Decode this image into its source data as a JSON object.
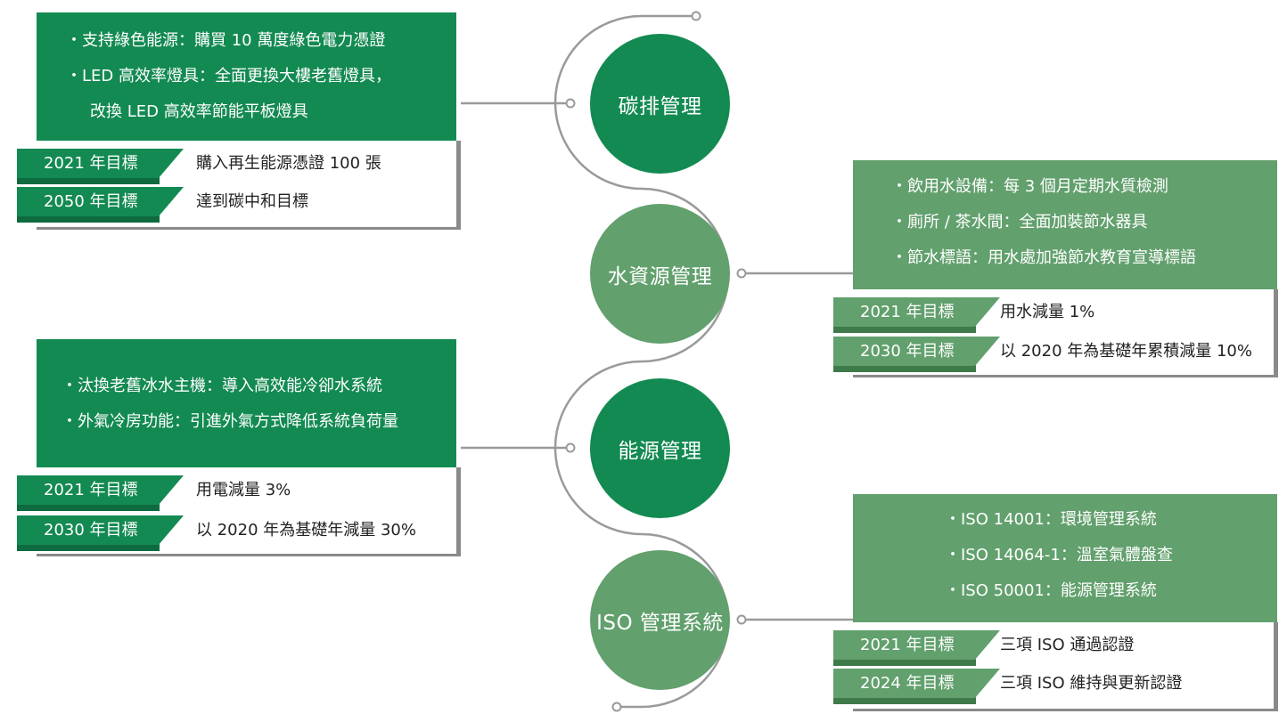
{
  "topics": [
    {
      "name": "碳排管理",
      "bullets": [
        "・支持綠色能源：購買 10 萬度綠色電力憑證",
        "・LED 高效率燈具：全面更換大樓老舊燈具，",
        "改換 LED 高效率節能平板燈具"
      ],
      "goals": [
        {
          "label": "2021 年目標",
          "text": "購入再生能源憑證 100 張"
        },
        {
          "label": "2050 年目標",
          "text": "達到碳中和目標"
        }
      ]
    },
    {
      "name": "水資源管理",
      "bullets": [
        "・飲用水設備：每 3 個月定期水質檢測",
        "・廁所 / 茶水間：全面加裝節水器具",
        "・節水標語：用水處加強節水教育宣導標語"
      ],
      "goals": [
        {
          "label": "2021 年目標",
          "text": "用水減量 1%"
        },
        {
          "label": "2030 年目標",
          "text": "以 2020 年為基礎年累積減量 10%"
        }
      ]
    },
    {
      "name": "能源管理",
      "bullets": [
        "・汰換老舊冰水主機：導入高效能冷卻水系統",
        "・外氣冷房功能：引進外氣方式降低系統負荷量"
      ],
      "goals": [
        {
          "label": "2021 年目標",
          "text": "用電減量 3%"
        },
        {
          "label": "2030 年目標",
          "text": "以 2020 年為基礎年減量 30%"
        }
      ]
    },
    {
      "name": "ISO 管理系統",
      "bullets": [
        "・ISO 14001：環境管理系統",
        "・ISO 14064-1：溫室氣體盤查",
        "・ISO 50001：能源管理系統"
      ],
      "goals": [
        {
          "label": "2021 年目標",
          "text": "三項 ISO 通過認證"
        },
        {
          "label": "2024 年目標",
          "text": "三項 ISO 維持與更新認證"
        }
      ]
    }
  ],
  "colors": {
    "dark_green": "#138a52",
    "light_green": "#62a06d",
    "connector": "#9a9a9a"
  }
}
